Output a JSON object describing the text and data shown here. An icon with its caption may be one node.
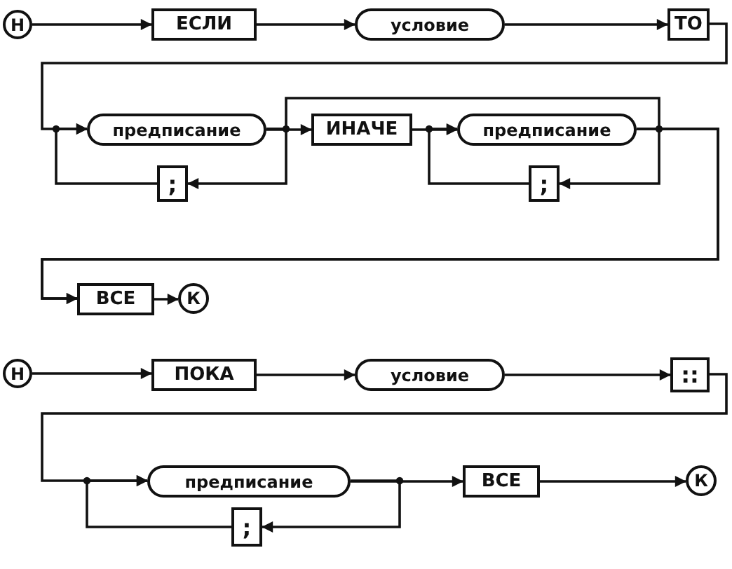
{
  "diagram": {
    "nodes": [
      {
        "text": [
          "Н"
        ]
      },
      {
        "text": [
          "ЕСЛИ"
        ]
      },
      {
        "text": [
          "условие"
        ]
      },
      {
        "text": [
          "ТО"
        ]
      },
      {
        "text": [
          "предписание"
        ]
      },
      {
        "text": [
          "ИНАЧЕ"
        ]
      },
      {
        "text": [
          "предписание"
        ]
      },
      {
        "text": [
          ";"
        ]
      },
      {
        "text": [
          ";"
        ]
      },
      {
        "text": [
          "ВСЕ"
        ]
      },
      {
        "text": [
          "К"
        ]
      },
      {
        "text": [
          "Н"
        ]
      },
      {
        "text": [
          "ПОКА"
        ]
      },
      {
        "text": [
          "условие"
        ]
      },
      {
        "text": [
          "::"
        ]
      },
      {
        "text": [
          "предписание"
        ]
      },
      {
        "text": [
          "ВСЕ"
        ]
      },
      {
        "text": [
          "К"
        ]
      },
      {
        "text": [
          ";"
        ]
      }
    ],
    "edges": [
      {
        "from": 0,
        "to": 1,
        "arrow": "to"
      },
      {
        "from": 1,
        "to": 2,
        "arrow": "to"
      },
      {
        "from": 2,
        "to": 3,
        "arrow": "to"
      },
      {
        "from": 3,
        "to": 4,
        "arrow": "to"
      },
      {
        "from": 4,
        "to": 5,
        "arrow": "to"
      },
      {
        "from": 4,
        "to": 7,
        "arrow": "to"
      },
      {
        "from": 7,
        "to": 4,
        "arrow": "to"
      },
      {
        "from": 4,
        "to": 9,
        "arrow": "to"
      },
      {
        "from": 5,
        "to": 6,
        "arrow": "to"
      },
      {
        "from": 6,
        "to": 8,
        "arrow": "to"
      },
      {
        "from": 8,
        "to": 6,
        "arrow": "to"
      },
      {
        "from": 6,
        "to": 9,
        "arrow": "to"
      },
      {
        "from": 9,
        "to": 10,
        "arrow": "to"
      },
      {
        "from": 11,
        "to": 12,
        "arrow": "to"
      },
      {
        "from": 12,
        "to": 13,
        "arrow": "to"
      },
      {
        "from": 13,
        "to": 14,
        "arrow": "to"
      },
      {
        "from": 14,
        "to": 15,
        "arrow": "to"
      },
      {
        "from": 15,
        "to": 16,
        "arrow": "to"
      },
      {
        "from": 15,
        "to": 18,
        "arrow": "to"
      },
      {
        "from": 18,
        "to": 15,
        "arrow": "to"
      },
      {
        "from": 16,
        "to": 17,
        "arrow": "to"
      }
    ]
  }
}
